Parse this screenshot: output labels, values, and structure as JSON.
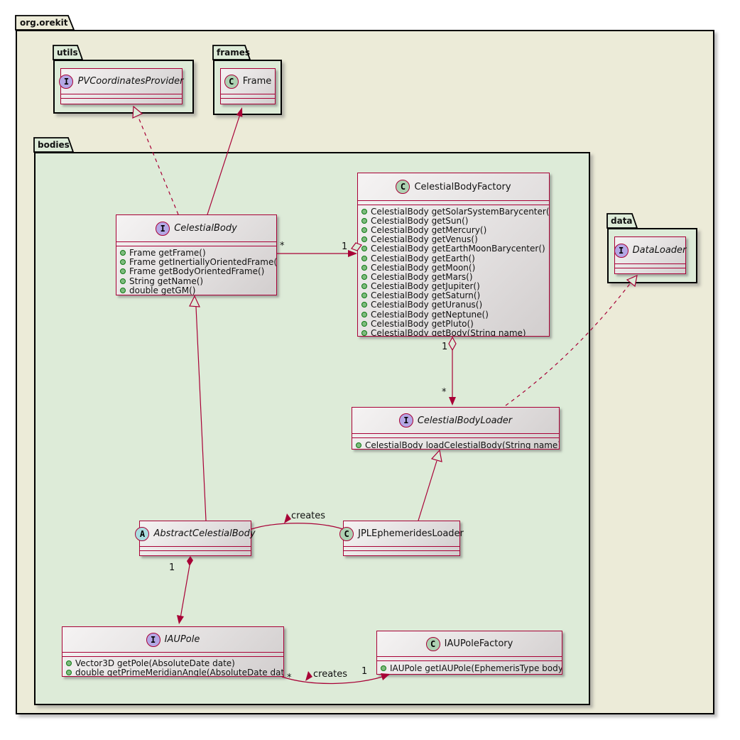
{
  "diagram": {
    "root_package": "org.orekit",
    "packages": {
      "utils": {
        "label": "utils"
      },
      "frames": {
        "label": "frames"
      },
      "bodies": {
        "label": "bodies"
      },
      "data": {
        "label": "data"
      }
    },
    "classes": {
      "pvCoordinatesProvider": {
        "stereotype": "I",
        "name": "PVCoordinatesProvider"
      },
      "frame": {
        "stereotype": "C",
        "name": "Frame"
      },
      "celestialBody": {
        "stereotype": "I",
        "name": "CelestialBody",
        "methods": [
          "Frame getFrame()",
          "Frame getInertiallyOrientedFrame()",
          "Frame getBodyOrientedFrame()",
          "String getName()",
          "double getGM()"
        ]
      },
      "celestialBodyFactory": {
        "stereotype": "C",
        "name": "CelestialBodyFactory",
        "methods": [
          "CelestialBody getSolarSystemBarycenter()",
          "CelestialBody getSun()",
          "CelestialBody getMercury()",
          "CelestialBody getVenus()",
          "CelestialBody getEarthMoonBarycenter()",
          "CelestialBody getEarth()",
          "CelestialBody getMoon()",
          "CelestialBody getMars()",
          "CelestialBody getJupiter()",
          "CelestialBody getSaturn()",
          "CelestialBody getUranus()",
          "CelestialBody getNeptune()",
          "CelestialBody getPluto()",
          "CelestialBody getBody(String name)"
        ]
      },
      "dataLoader": {
        "stereotype": "I",
        "name": "DataLoader"
      },
      "celestialBodyLoader": {
        "stereotype": "I",
        "name": "CelestialBodyLoader",
        "methods": [
          "CelestialBody loadCelestialBody(String name)"
        ]
      },
      "abstractCelestialBody": {
        "stereotype": "A",
        "name": "AbstractCelestialBody"
      },
      "jplEphemeridesLoader": {
        "stereotype": "C",
        "name": "JPLEphemeridesLoader"
      },
      "iauPole": {
        "stereotype": "I",
        "name": "IAUPole",
        "methods": [
          "Vector3D getPole(AbsoluteDate date)",
          "double getPrimeMeridianAngle(AbsoluteDate date)"
        ]
      },
      "iauPoleFactory": {
        "stereotype": "C",
        "name": "IAUPoleFactory",
        "methods": [
          "IAUPole getIAUPole(EphemerisType body)"
        ]
      }
    },
    "edges": {
      "body_to_factory": {
        "source_mult": "*",
        "target_mult": "1"
      },
      "factory_to_loader": {
        "source_mult": "1",
        "target_mult": "*"
      },
      "jpl_creates_abstract": {
        "label": "creates"
      },
      "abstract_to_iaupole": {
        "source_mult": "1"
      },
      "iaupole_to_factory": {
        "source_mult": "*",
        "label": "creates",
        "target_mult": "1"
      }
    },
    "colors": {
      "relation": "#A80036",
      "class_border": "#A80036",
      "package_outer_bg": "#ECEBD8",
      "package_inner_bg": "#DDEBD8",
      "interface_spot": "#B4A7E5",
      "class_spot": "#ADD1B2",
      "abstract_spot": "#A9DCDF",
      "public_method_dot": "#7FBB7F"
    }
  }
}
